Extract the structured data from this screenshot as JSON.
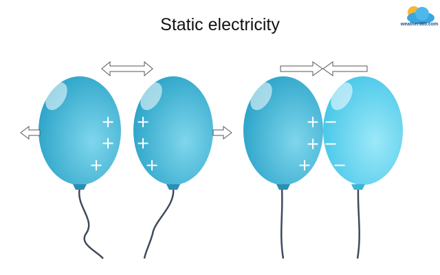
{
  "title": "Static electricity",
  "logo": {
    "text": "weather365.com"
  },
  "symbols": {
    "plus": "+",
    "minus": "−"
  },
  "colors": {
    "balloon": "#3fb6d6",
    "balloon_light": "#5fd3ee",
    "string": "#3d4a5c",
    "arrow_stroke": "#555555"
  },
  "scenes": [
    {
      "name": "repel",
      "charges": [
        "+",
        "+"
      ]
    },
    {
      "name": "attract",
      "charges": [
        "+",
        "−"
      ]
    }
  ]
}
